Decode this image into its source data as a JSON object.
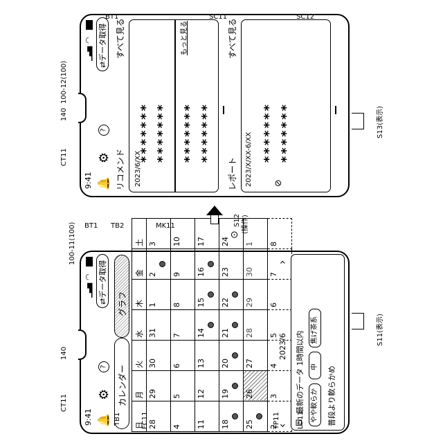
{
  "phone1": {
    "time": "9:41",
    "data_btn": "⇄データ取得",
    "tab_calendar": "カレンダー",
    "tab_graph": "グラフ",
    "weekdays": [
      "日",
      "月",
      "火",
      "水",
      "木",
      "金",
      "土"
    ],
    "weeks": [
      [
        "28",
        "29",
        "30",
        "31",
        "1",
        "2",
        "3"
      ],
      [
        "4",
        "5",
        "6",
        "7",
        "8",
        "9",
        "10"
      ],
      [
        "11",
        "12",
        "13",
        "14",
        "15",
        "16",
        "17"
      ],
      [
        "18",
        "19",
        "20",
        "21",
        "22",
        "23",
        "24"
      ],
      [
        "25",
        "26",
        "27",
        "28",
        "29",
        "30",
        "1"
      ],
      [
        "2",
        "3",
        "4",
        "5",
        "6",
        "7",
        "8"
      ]
    ],
    "month": "2023/6",
    "prev": "‹",
    "next": "›",
    "latest_label": "最新のデータ 1時間以内",
    "chip1": "やや軟らか",
    "chip2": "中",
    "chip3": "焦げ茶系",
    "footer": "普段より軟らかめ"
  },
  "phone2": {
    "time": "9:41",
    "data_btn": "⇄データ取得",
    "recommend_title": "リコメンド",
    "see_all": "すべて見る",
    "stars1": "*******",
    "stars2": "*******",
    "stars3": "*******",
    "stars4": "*******",
    "more": "もっと見る",
    "date1": "2023/6/XX",
    "report_title": "レポート",
    "see_all2": "すべて見る",
    "date2": "2023/X/XX-6/XX"
  },
  "labels": {
    "BT1a": "BT1",
    "BT1b": "BT1",
    "TB2": "TB2",
    "MK11": "MK11",
    "p1_ref": "100-11(100)",
    "p2_ref": "100-12(100)",
    "n140a": "140",
    "n140b": "140",
    "CT11a": "CT11",
    "CT11b": "CT11",
    "SC11": "SC11",
    "SC12": "SC12",
    "TB1": "TB1",
    "FC11": "FC11",
    "TP11": "TP11",
    "LD11": "LD11",
    "S11": "S11(表示)",
    "S12a": "S12",
    "S12b": "(操作)",
    "S13": "S13(表示)"
  }
}
